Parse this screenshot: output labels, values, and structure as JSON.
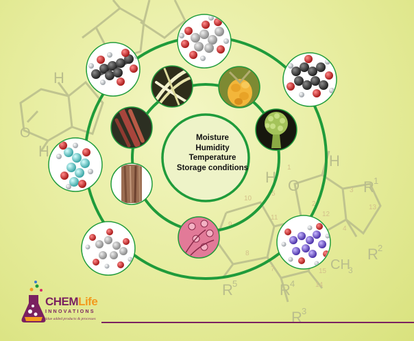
{
  "center_labels": [
    "Moisture",
    "Humidity",
    "Temperature",
    "Storage conditions"
  ],
  "logo": {
    "brand_part1": "CHEM",
    "brand_part2": "Life",
    "subtitle": "INNOVATIONS",
    "tagline": "Value added products & processes"
  },
  "structure_labels": {
    "h_top": "H",
    "h_left": "H",
    "h_right": "H",
    "h_mid": "H",
    "r1": "R",
    "r1_sup": "1",
    "r2": "R",
    "r2_sup": "2",
    "r3": "R",
    "r3_sup": "3",
    "r4": "R",
    "r4_sup": "4",
    "r5": "R",
    "r5_sup": "5",
    "ch3": "CH",
    "ch3_sub": "3",
    "o1": "O",
    "o2": "O",
    "n1": "1",
    "n2": "2",
    "n3": "3",
    "n4": "4",
    "n5": "5",
    "n7": "7",
    "n8": "8",
    "n9": "9",
    "n10": "10",
    "n11": "11",
    "n12": "12",
    "n13": "13",
    "n14": "14",
    "n15": "15"
  },
  "colors": {
    "ring": "#1f9b3b",
    "brand_purple": "#7a2160",
    "brand_orange": "#f39a1e",
    "structure_gray": "#b9bd8c"
  },
  "images": [
    "aflatoxin-molecule-model-icon",
    "hydroxylated-molecule-model-icon",
    "anthraquinone-molecule-model-icon",
    "mycotoxin-molecule-model-icon",
    "trichothecene-molecule-model-icon",
    "cyclic-molecule-model-icon",
    "fungal-hyphae-photo-icon",
    "moldy-grain-photo-icon",
    "fungal-spike-photo-icon",
    "fungus-head-photo-icon",
    "fungal-wood-photo-icon",
    "fungal-spores-micrograph-icon"
  ]
}
